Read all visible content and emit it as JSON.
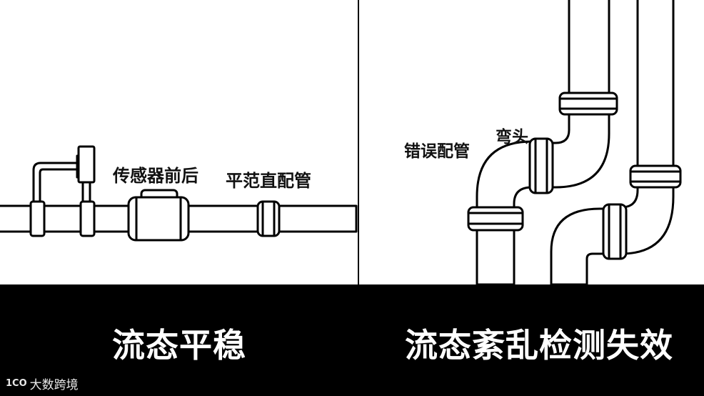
{
  "left_panel": {
    "label_sensor": "传感器前后",
    "label_straight": "平范直配管",
    "caption": "流态平稳"
  },
  "right_panel": {
    "label_wrong": "错误配管",
    "label_elbow": "弯头",
    "caption": "流态紊乱检测失效"
  },
  "watermark": {
    "logo": "1CO",
    "text": "大数跨境"
  },
  "colors": {
    "line": "#000000",
    "background": "#ffffff",
    "caption_bar": "#000000",
    "caption_text": "#ffffff"
  }
}
